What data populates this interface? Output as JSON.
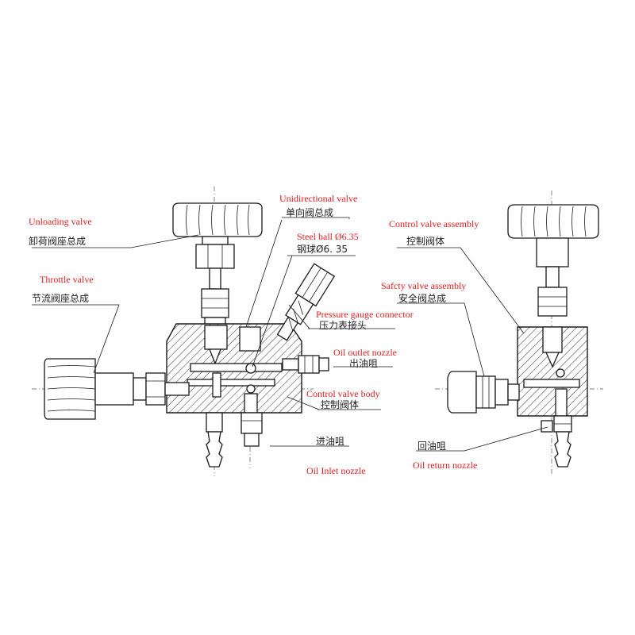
{
  "labels": {
    "unloading_en": "Unloading valve",
    "unloading_cn": "卸荷阀座总成",
    "throttle_en": "Throttle valve",
    "throttle_cn": "节流阀座总成",
    "unidirectional_en": "Unidirectional valve",
    "unidirectional_cn": "单向阀总成",
    "steel_ball_en": "Steel ball Ø6.35",
    "steel_ball_cn": "钢球Ø6. 35",
    "pressure_gauge_en": "Pressure gauge connector",
    "pressure_gauge_cn": "压力表接头",
    "oil_outlet_en": "Oil outlet nozzle",
    "oil_outlet_cn": "出油咀",
    "control_body_en": "Control valve body",
    "control_body_cn": "控制阀体",
    "oil_inlet_cn": "进油咀",
    "oil_inlet_en": "Oil Inlet nozzle",
    "control_assembly_en": "Control valve assembly",
    "control_assembly_cn": "控制阀体",
    "safety_en": "Safcty valve assembly",
    "safety_cn": "安全阀总成",
    "oil_return_cn": "回油咀",
    "oil_return_en": "Oil return nozzle"
  },
  "colors": {
    "label_en": "#e01e1e",
    "label_cn": "#222222",
    "line": "#1a1a1a"
  }
}
